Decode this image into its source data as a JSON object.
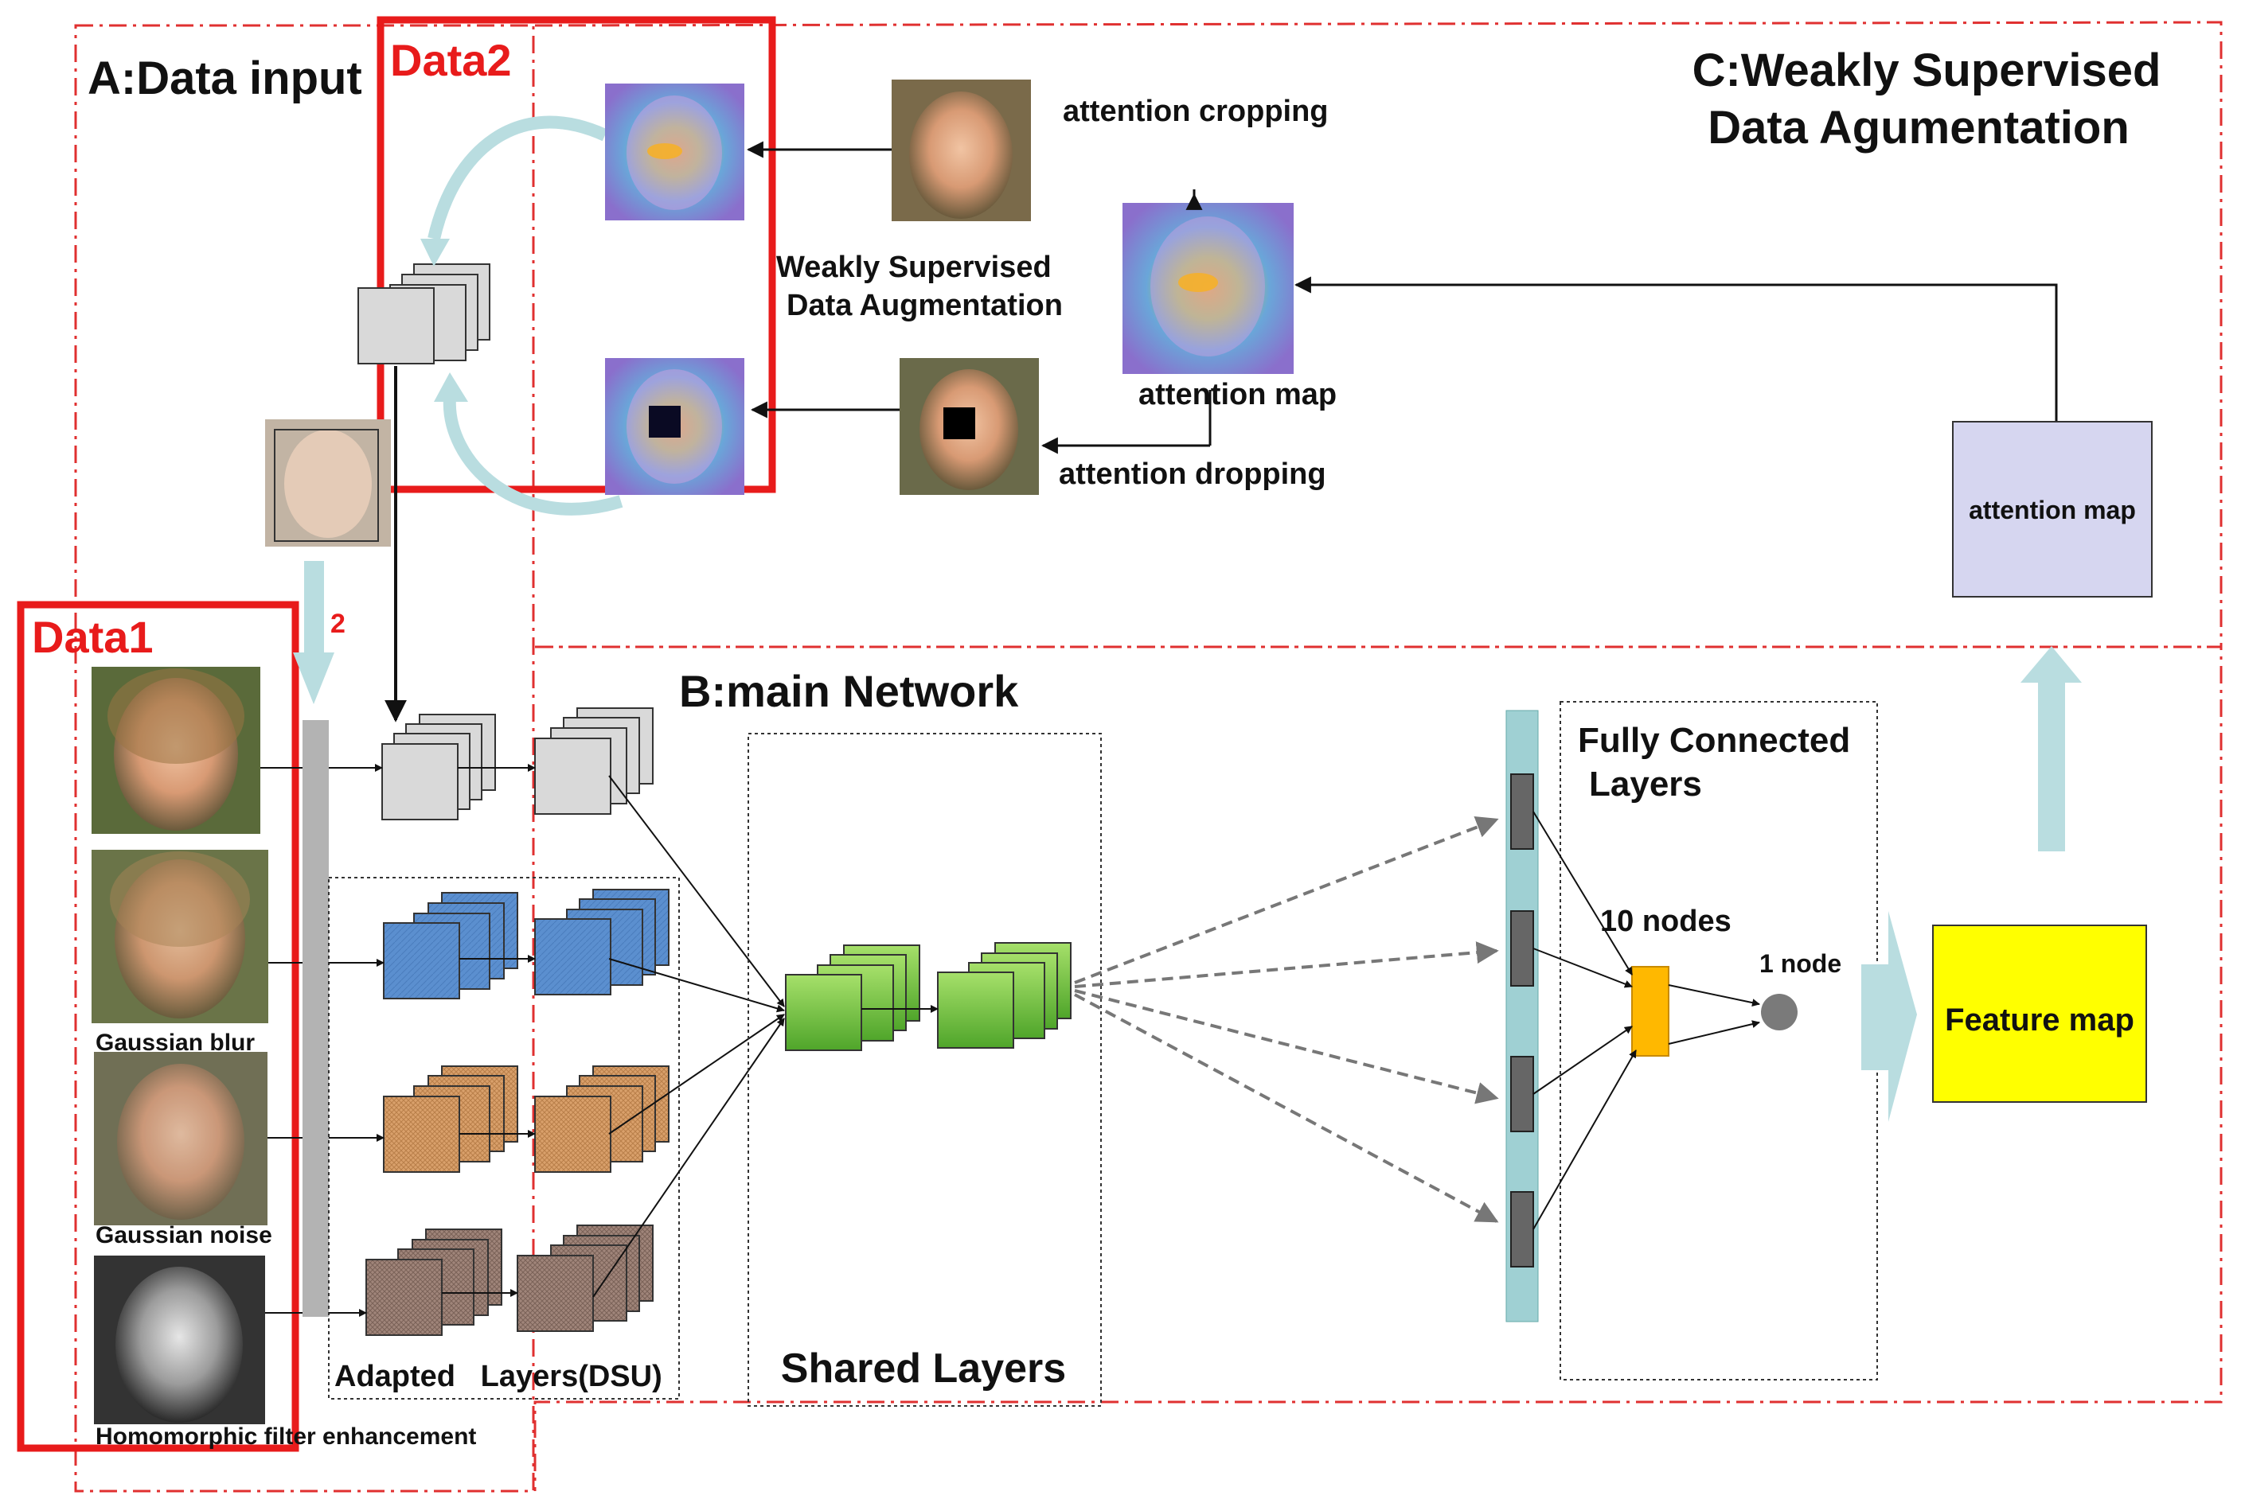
{
  "sections": {
    "data_input": "A:Data input",
    "main_network": "B:main Network",
    "weakly_supervised_line1": "C:Weakly Supervised",
    "weakly_supervised_line2": "Data Agumentation"
  },
  "data_groups": {
    "data1": "Data1",
    "data2": "Data2",
    "arrow_number": "2"
  },
  "image_captions": {
    "gaussian_blur": "Gaussian blur",
    "gaussian_noise": "Gaussian noise",
    "homomorphic": "Homomorphic filter enhancement"
  },
  "augmentation": {
    "attention_cropping": "attention cropping",
    "attention_dropping": "attention dropping",
    "attention_map_label": "attention map",
    "wsda_line1": "Weakly Supervised",
    "wsda_line2": "Data Augmentation",
    "attention_map_box": "attention map"
  },
  "network": {
    "adapted_layers": "Adapted   Layers(DSU)",
    "shared_layers": "Shared Layers",
    "fc_line1": "Fully Connected",
    "fc_line2": "Layers",
    "ten_nodes": "10 nodes",
    "one_node": "1 node",
    "feature_map": "Feature map"
  },
  "colors": {
    "red_box": "#e81b1b",
    "dash_red": "#e03030",
    "gray_layer": "#d9d9d9",
    "blue_layer": "#5b8fcf",
    "orange_layer": "#d9a06b",
    "brown_layer": "#a0857a",
    "green_layer": "#7cc44a",
    "teal_bar": "#9fd0d3",
    "light_teal_arrow": "#b9dde0",
    "fc_node": "#ffb800",
    "feature_map": "#ffff00",
    "attention_map_box": "#d6d6f0"
  },
  "icons": [
    "face-photo",
    "heatmap-overlay",
    "stacked-layer",
    "block-arrow",
    "node-circle"
  ]
}
